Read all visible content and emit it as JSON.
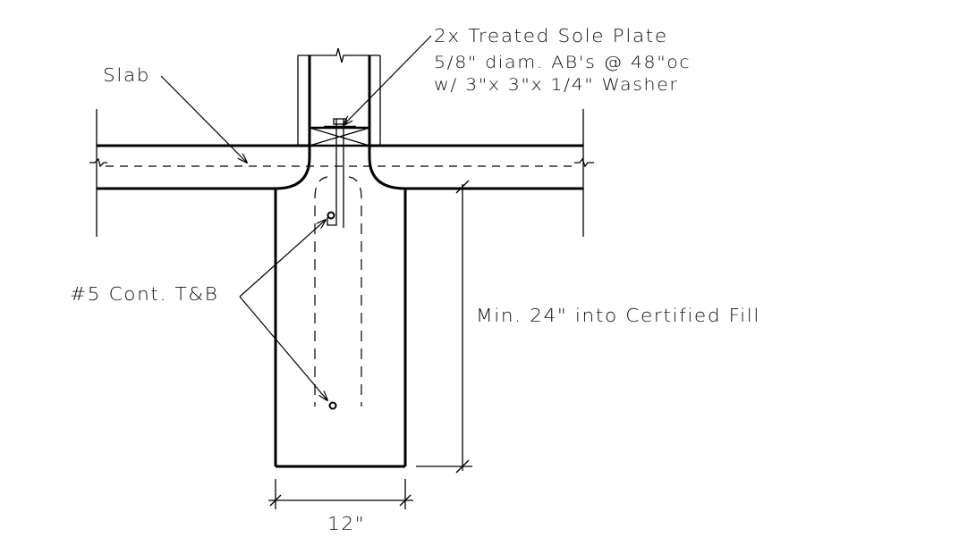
{
  "labels": {
    "sole_plate": "2x Treated Sole Plate",
    "anchor_bolts": "5/8\" diam. AB's @ 48\"oc",
    "washer": "w/ 3\"x 3\"x 1/4\" Washer",
    "slab": "Slab",
    "rebar": "#5 Cont. T&B",
    "depth": "Min. 24\" into Certified Fill",
    "width": "12\""
  }
}
